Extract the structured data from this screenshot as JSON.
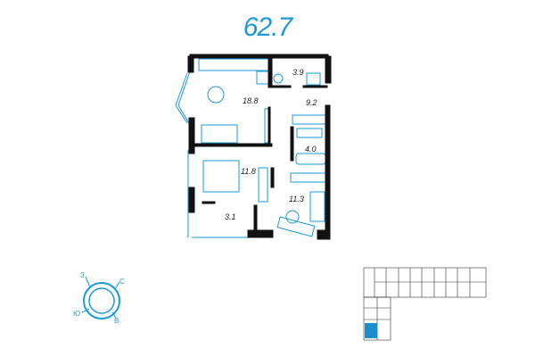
{
  "header": {
    "area_total": "62.7"
  },
  "rooms": [
    {
      "id": "kitchen-living",
      "area": "18.8"
    },
    {
      "id": "bathroom-small",
      "area": "3.9"
    },
    {
      "id": "hallway",
      "area": "9.2"
    },
    {
      "id": "bathroom",
      "area": "4.0"
    },
    {
      "id": "bedroom",
      "area": "11.8"
    },
    {
      "id": "room",
      "area": "11.3"
    },
    {
      "id": "balcony",
      "area": "3.1"
    }
  ],
  "compass": {
    "north": "С",
    "east": "В",
    "south": "Ю",
    "west": "З"
  },
  "colors": {
    "accent": "#1b9ad6",
    "wall": "#111111",
    "highlight": "#1b8fce"
  }
}
